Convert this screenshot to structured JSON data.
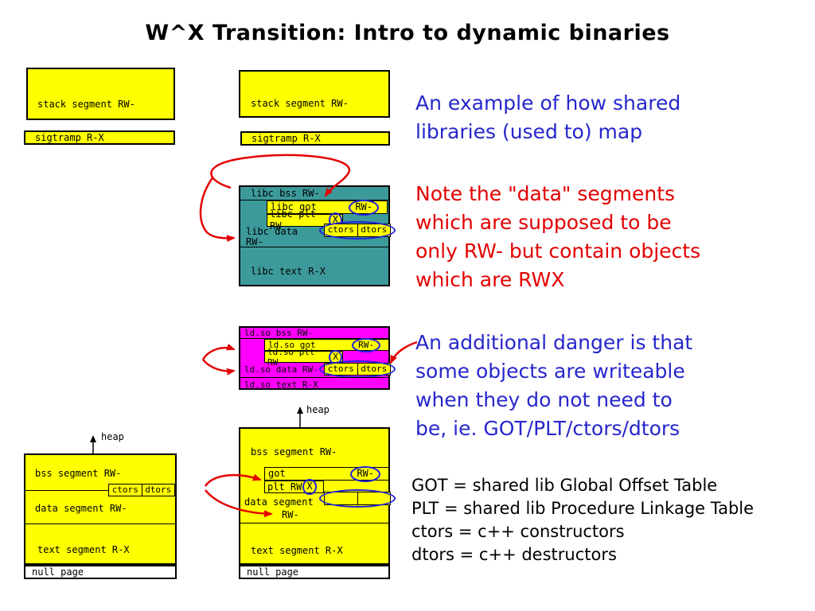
{
  "title": "W^X Transition: Intro to dynamic binaries",
  "colors": {
    "segment_yellow": "#ffff00",
    "libc_teal": "#3d9a9a",
    "ldso_magenta": "#ff00ff",
    "annotation_blue": "#2626cc",
    "annotation_red": "#e30000",
    "highlight_oval_blue": "#2020dd"
  },
  "annotations": {
    "example": "An example of how shared\nlibraries (used to) map",
    "note": "Note the \"data\" segments\nwhich are supposed to be\nonly RW- but contain objects\nwhich are RWX",
    "danger": "An additional danger is that\nsome objects are writeable\nwhen they do not need to\nbe, ie. GOT/PLT/ctors/dtors",
    "legend": "GOT = shared lib Global Offset Table\nPLT = shared lib Procedure Linkage Table\nctors = c++ constructors\ndtors = c++ destructors"
  },
  "process1": {
    "stack": "stack segment RW-",
    "sigtramp": "sigtramp R-X"
  },
  "process2": {
    "stack": "stack segment RW-",
    "sigtramp": "sigtramp R-X"
  },
  "libc": {
    "bss": "libc bss RW-",
    "got": "libc got",
    "got_perm": "RW-",
    "plt": "libc plt RW",
    "plt_x": "X",
    "data": "libc data\nRW-",
    "ctors": "ctors",
    "dtors": "dtors",
    "text": "libc text R-X"
  },
  "ldso": {
    "bss": "ld.so bss RW-",
    "got": "ld.so got",
    "got_perm": "RW-",
    "plt": "ld.so plt RW",
    "plt_x": "X",
    "data": "ld.so data RW-",
    "ctors": "ctors",
    "dtors": "dtors",
    "text": "ld.so text R-X"
  },
  "static_binary": {
    "heap": "heap",
    "bss": "bss segment RW-",
    "ctors": "ctors",
    "dtors": "dtors",
    "data": "data segment RW-",
    "text": "text segment R-X",
    "null_page": "null page"
  },
  "dynamic_binary": {
    "heap": "heap",
    "bss": "bss segment RW-",
    "got": "got",
    "got_perm": "RW-",
    "plt": "plt RW",
    "plt_x": "X",
    "data": "data segment",
    "data_perm": "RW-",
    "text": "text segment R-X",
    "null_page": "null page"
  }
}
